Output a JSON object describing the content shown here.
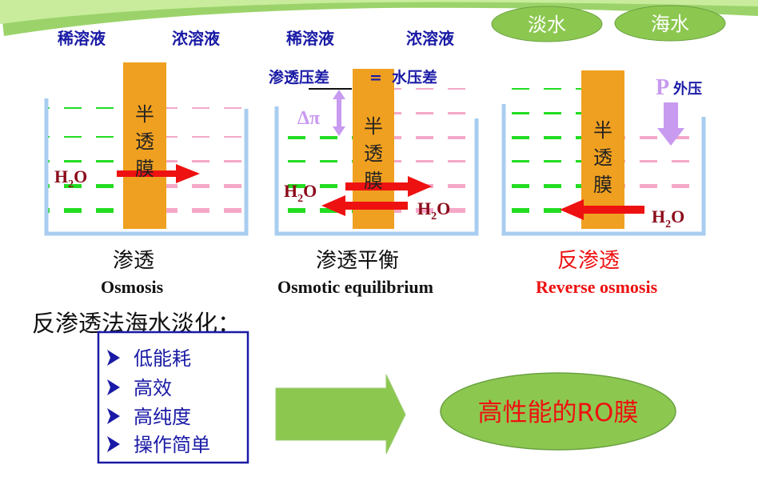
{
  "panels": [
    {
      "left_label": "稀溶液",
      "right_label": "浓溶液",
      "membrane": "半透膜",
      "molecule": "H2O",
      "title_cn": "渗透",
      "title_en": "Osmosis"
    },
    {
      "left_label": "稀溶液",
      "right_label": "浓溶液",
      "membrane": "半透膜",
      "molecule": "H2O",
      "equation_left": "渗透压差",
      "equation_eq": "=",
      "equation_right": "水压差",
      "delta_pi": "Δπ",
      "title_cn": "渗透平衡",
      "title_en": "Osmotic equilibrium"
    },
    {
      "left_label": "淡水",
      "right_label": "海水",
      "membrane": "半透膜",
      "molecule": "H2O",
      "pressure_p": "P",
      "pressure_label": "外压",
      "title_cn": "反渗透",
      "title_en": "Reverse osmosis"
    }
  ],
  "heading": "反渗透法海水淡化：",
  "features": [
    "低能耗",
    "高效",
    "高纯度",
    "操作简单"
  ],
  "result": "高性能的RO膜",
  "colors": {
    "label_blue": "#1a1aa6",
    "membrane": "#f0a020",
    "beaker": "#a8cdf0",
    "fresh": "#22dd22",
    "salt": "#f4a8c8",
    "arrow": "#ee1111",
    "h2o": "#8b0a1a",
    "oval_green": "#8cc850",
    "pressure": "#c89af0",
    "red_title": "#ee1111"
  }
}
